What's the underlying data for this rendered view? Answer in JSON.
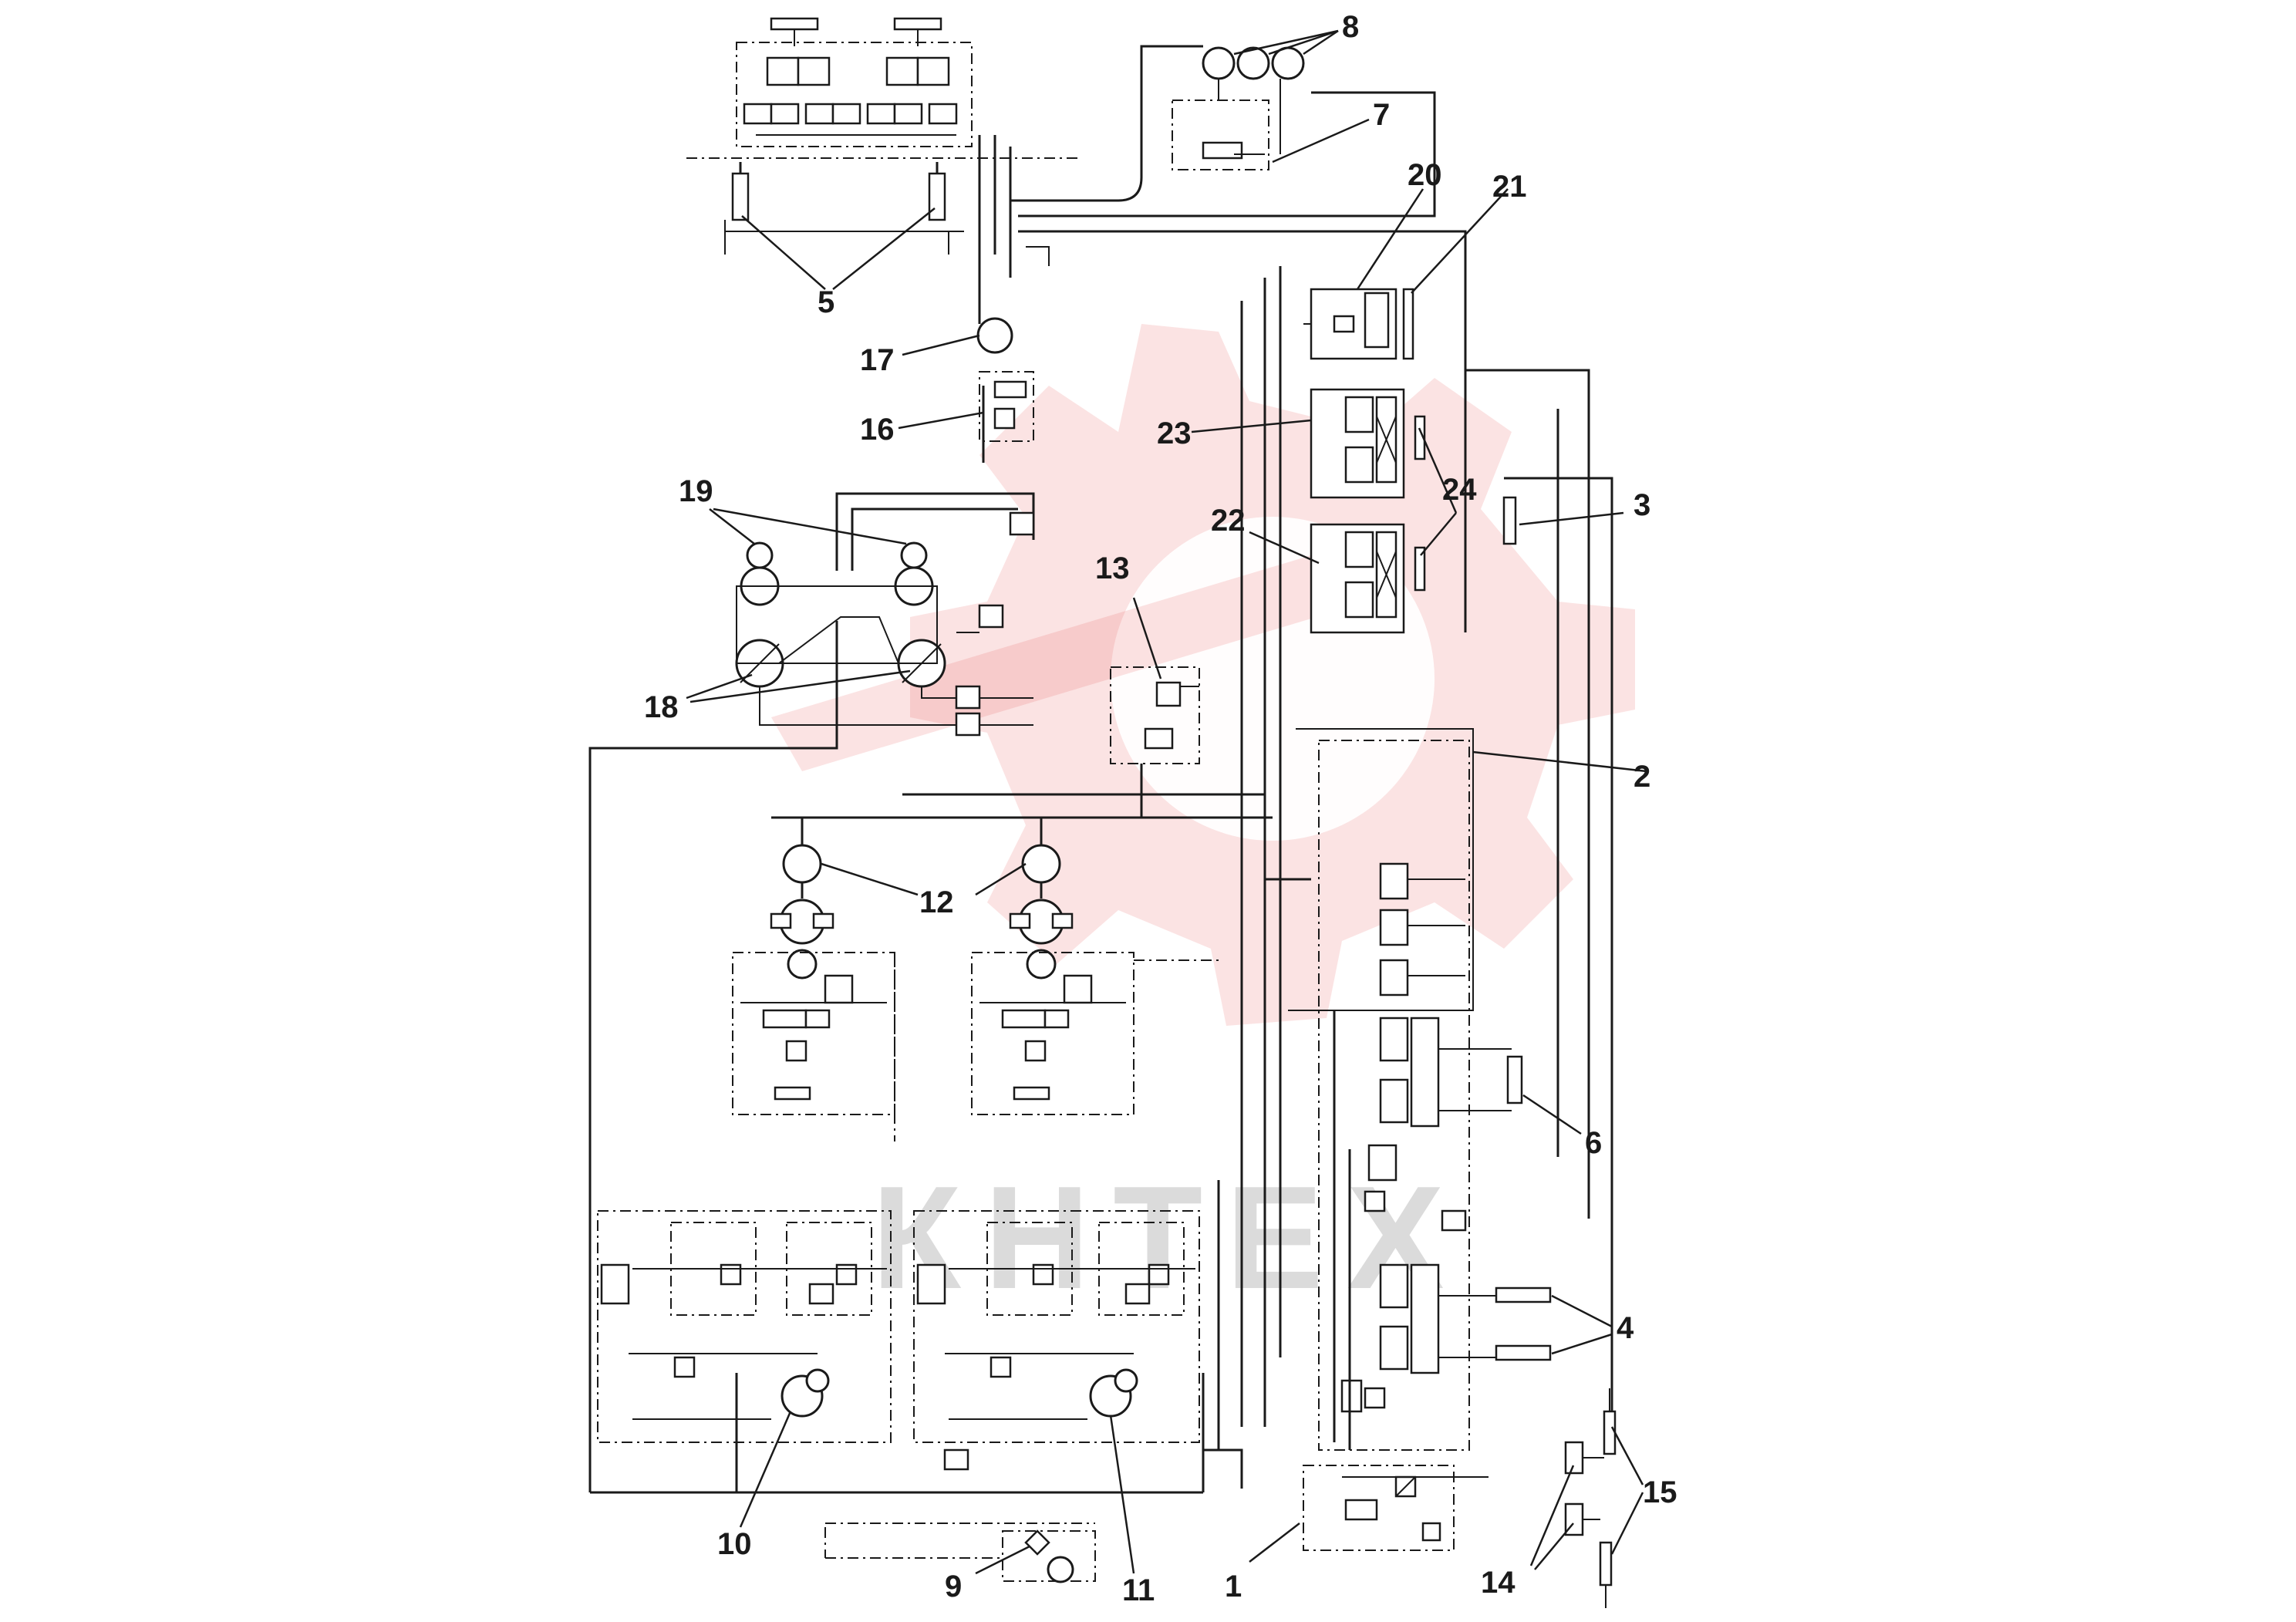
{
  "diagram": {
    "colors": {
      "line": "#1a1a1a",
      "watermark_logo": "#e23a3a",
      "watermark_text": "#9a9a9a"
    },
    "callouts": [
      {
        "id": "c1",
        "label": "1"
      },
      {
        "id": "c2",
        "label": "2"
      },
      {
        "id": "c3",
        "label": "3"
      },
      {
        "id": "c4",
        "label": "4"
      },
      {
        "id": "c5",
        "label": "5"
      },
      {
        "id": "c6",
        "label": "6"
      },
      {
        "id": "c7",
        "label": "7"
      },
      {
        "id": "c8",
        "label": "8"
      },
      {
        "id": "c9",
        "label": "9"
      },
      {
        "id": "c10",
        "label": "10"
      },
      {
        "id": "c11",
        "label": "11"
      },
      {
        "id": "c12",
        "label": "12"
      },
      {
        "id": "c13",
        "label": "13"
      },
      {
        "id": "c14",
        "label": "14"
      },
      {
        "id": "c15",
        "label": "15"
      },
      {
        "id": "c16",
        "label": "16"
      },
      {
        "id": "c17",
        "label": "17"
      },
      {
        "id": "c18",
        "label": "18"
      },
      {
        "id": "c19",
        "label": "19"
      },
      {
        "id": "c20",
        "label": "20"
      },
      {
        "id": "c21",
        "label": "21"
      },
      {
        "id": "c22",
        "label": "22"
      },
      {
        "id": "c23",
        "label": "23"
      },
      {
        "id": "c24",
        "label": "24"
      }
    ],
    "watermark": {
      "text": "КНТЕХ"
    }
  }
}
